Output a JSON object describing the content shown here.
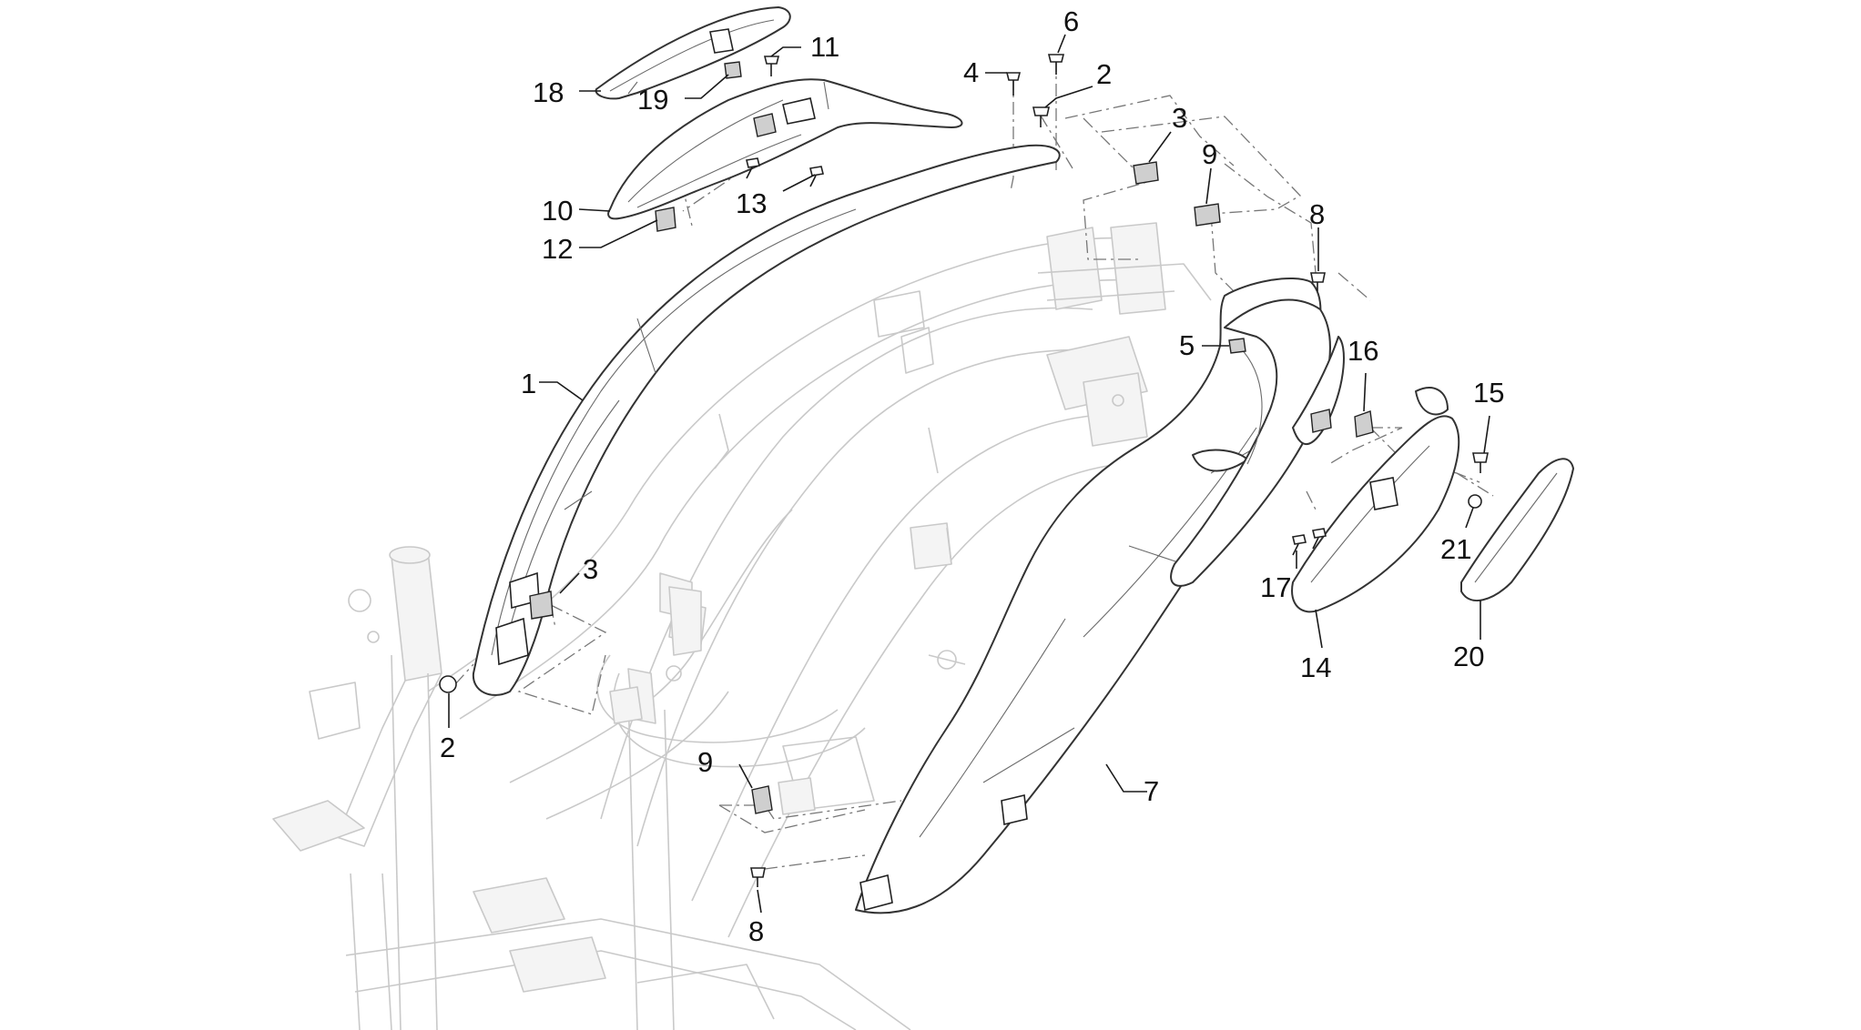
{
  "diagram": {
    "callouts": [
      {
        "id": "c18",
        "text": "18"
      },
      {
        "id": "c19",
        "text": "19"
      },
      {
        "id": "c11",
        "text": "11"
      },
      {
        "id": "c4",
        "text": "4"
      },
      {
        "id": "c6",
        "text": "6"
      },
      {
        "id": "c2a",
        "text": "2"
      },
      {
        "id": "c3a",
        "text": "3"
      },
      {
        "id": "c9a",
        "text": "9"
      },
      {
        "id": "c8a",
        "text": "8"
      },
      {
        "id": "c10",
        "text": "10"
      },
      {
        "id": "c13",
        "text": "13"
      },
      {
        "id": "c12",
        "text": "12"
      },
      {
        "id": "c5",
        "text": "5"
      },
      {
        "id": "c16",
        "text": "16"
      },
      {
        "id": "c15",
        "text": "15"
      },
      {
        "id": "c1",
        "text": "1"
      },
      {
        "id": "c3b",
        "text": "3"
      },
      {
        "id": "c21",
        "text": "21"
      },
      {
        "id": "c17",
        "text": "17"
      },
      {
        "id": "c14",
        "text": "14"
      },
      {
        "id": "c20",
        "text": "20"
      },
      {
        "id": "c2b",
        "text": "2"
      },
      {
        "id": "c9b",
        "text": "9"
      },
      {
        "id": "c7",
        "text": "7"
      },
      {
        "id": "c8b",
        "text": "8"
      }
    ]
  }
}
